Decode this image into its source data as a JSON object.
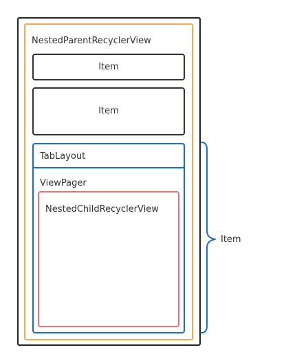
{
  "diagram": {
    "parent_recycler_label": "NestedParentRecyclerView",
    "items": [
      {
        "label": "Item"
      },
      {
        "label": "Item"
      }
    ],
    "tablayout_label": "TabLayout",
    "viewpager_label": "ViewPager",
    "child_recycler_label": "NestedChildRecyclerView",
    "brace_label": "Item"
  },
  "colors": {
    "outer_border": "#222222",
    "parent_recycler_border": "#f0ad4e",
    "item_border": "#333333",
    "tab_item_border": "#1f6fbf",
    "child_recycler_border": "#e57373",
    "brace": "#1f6fbf"
  }
}
